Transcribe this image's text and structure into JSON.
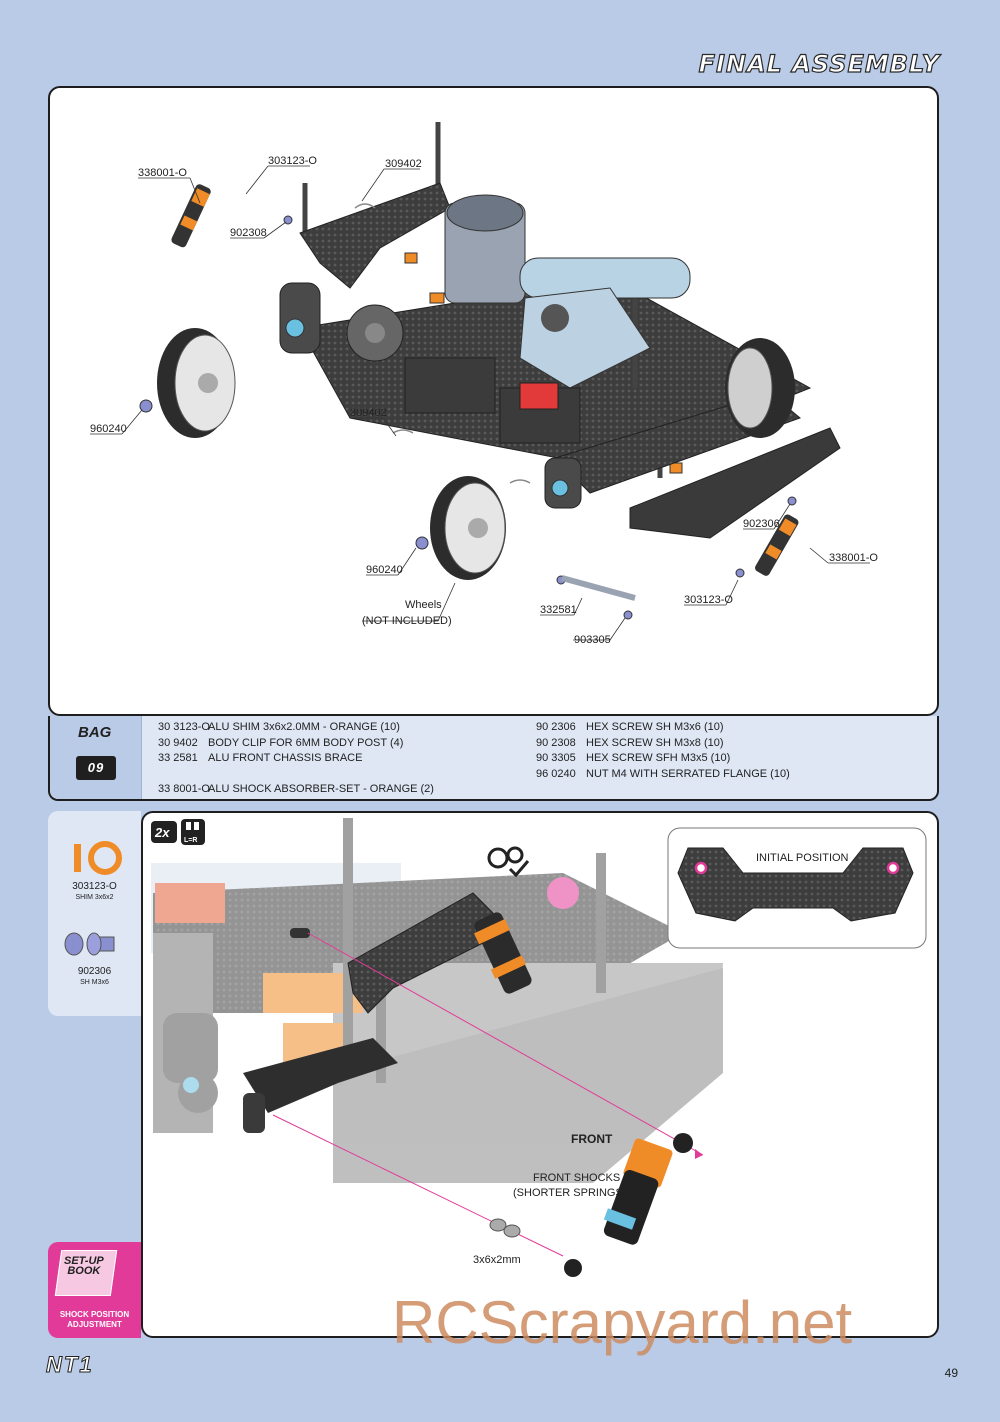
{
  "header": {
    "title": "FINAL ASSEMBLY"
  },
  "diagram1": {
    "labels": {
      "shock_top": "338001-O",
      "shim_top": "303123-O",
      "clip_top": "309402",
      "screw_top": "902308",
      "nut_left": "960240",
      "clip_mid": "309402",
      "screw_right": "902306",
      "shock_right": "338001-O",
      "nut_bottom": "960240",
      "wheels": "Wheels",
      "not_included": "(NOT INCLUDED)",
      "brace": "332581",
      "shim_right": "303123-O",
      "screw_bottom": "903305"
    }
  },
  "bag": {
    "word": "BAG",
    "number": "09",
    "left_parts": [
      {
        "code": "30 3123-O",
        "desc": "ALU SHIM 3x6x2.0MM - ORANGE (10)"
      },
      {
        "code": "30 9402",
        "desc": "BODY CLIP FOR 6MM BODY POST (4)"
      },
      {
        "code": "33 2581",
        "desc": "ALU FRONT CHASSIS BRACE"
      },
      {
        "code": "",
        "desc": ""
      },
      {
        "code": "33 8001-O",
        "desc": "ALU SHOCK ABSORBER-SET - ORANGE (2)"
      }
    ],
    "right_parts": [
      {
        "code": "90 2306",
        "desc": "HEX SCREW SH M3x6  (10)"
      },
      {
        "code": "90 2308",
        "desc": "HEX SCREW SH M3x8  (10)"
      },
      {
        "code": "90 3305",
        "desc": "HEX SCREW SFH M3x5  (10)"
      },
      {
        "code": "96 0240",
        "desc": "NUT M4 WITH SERRATED FLANGE  (10)"
      }
    ]
  },
  "sidebar": {
    "shim_code": "303123-O",
    "shim_desc": "SHIM 3x6x2",
    "screw_code": "902306",
    "screw_desc": "SH M3x6"
  },
  "diagram2": {
    "qty": "2x",
    "lr_label": "L=R",
    "initial_position": "INITIAL POSITION",
    "front": "FRONT",
    "front_shocks": "FRONT SHOCKS",
    "shorter_springs": "(SHORTER SPRINGS)",
    "shim_size": "3x6x2mm"
  },
  "setup_book": {
    "title_line1": "SET-UP",
    "title_line2": "BOOK",
    "caption_line1": "SHOCK POSITION",
    "caption_line2": "ADJUSTMENT"
  },
  "footer": {
    "logo": "NT1",
    "page_number": "49",
    "watermark": "RCScrapyard.net"
  },
  "colors": {
    "background": "#b9cbe6",
    "accent_orange": "#f08c28",
    "accent_pink": "#e23a98",
    "carbon": "#3a3a3a"
  }
}
